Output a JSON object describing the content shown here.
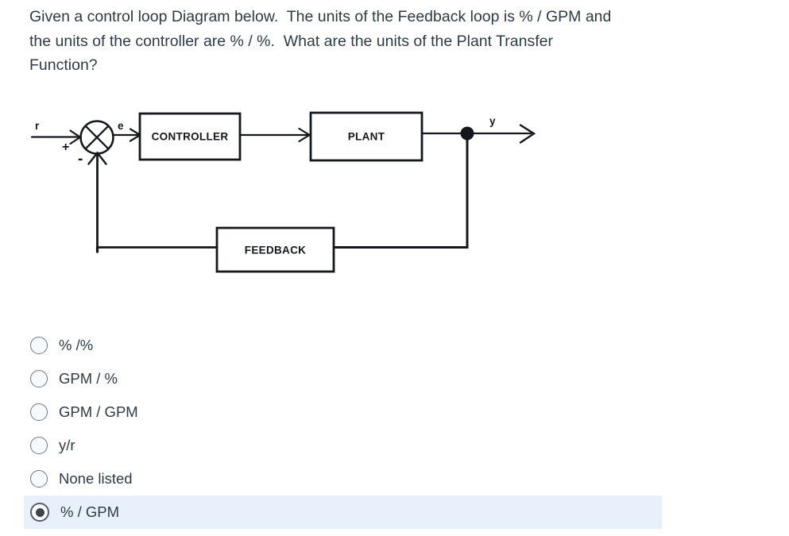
{
  "question": {
    "lines": [
      "Given a control loop Diagram below.  The units of the Feedback loop is % / GPM and",
      "the units of the controller are % / %.  What are the units of the Plant Transfer",
      "Function?"
    ]
  },
  "diagram": {
    "input_label": "r",
    "error_label": "e",
    "output_label": "y",
    "plus_sign": "+",
    "minus_sign": "-",
    "blocks": {
      "controller": "CONTROLLER",
      "plant": "PLANT",
      "feedback": "FEEDBACK"
    },
    "line_color": "#14181c"
  },
  "options": [
    {
      "label": "% /%",
      "selected": false
    },
    {
      "label": "GPM / %",
      "selected": false
    },
    {
      "label": "GPM / GPM",
      "selected": false
    },
    {
      "label": "y/r",
      "selected": false
    },
    {
      "label": "None listed",
      "selected": false
    },
    {
      "label": "% / GPM",
      "selected": true
    }
  ],
  "colors": {
    "text": "#2d3b45",
    "selected_row_highlight": "#e8f1fb",
    "radio_border": "#6d7880",
    "radio_fill": "#f6f9fd",
    "radio_dot": "#3d444b",
    "diagram_lines": "#14181c"
  }
}
